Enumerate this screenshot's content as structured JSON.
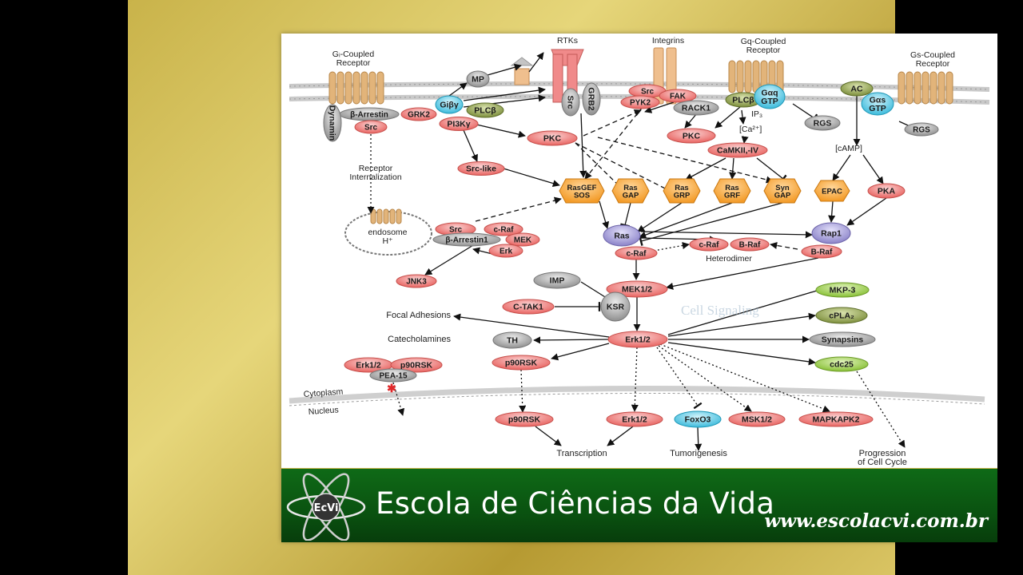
{
  "footer": {
    "title": "Escola de Ciências da Vida",
    "url": "www.escolacvi.com.br",
    "logo_text": "EcVi"
  },
  "watermark": "Cell Signaling",
  "colors": {
    "red": "#f08a8a",
    "gray": "#bdbdbd",
    "tan": "#d9b27a",
    "orange": "#f7a941",
    "green": "#a5cf58",
    "cyan": "#6ed0e8",
    "olive": "#97a756",
    "purple": "#a9a2d6",
    "footer_green": "#0a5210"
  },
  "diagram": {
    "membrane_labels": {
      "gi_receptor": "Gᵢ-Coupled\nReceptor",
      "rtks": "RTKs",
      "integrins": "Integrins",
      "gq_receptor": "Gq-Coupled\nReceptor",
      "gs_receptor": "Gs-Coupled\nReceptor",
      "receptor_internalization": "Receptor\nInternalization",
      "endosome": "endosome\nH⁺",
      "heterodimer": "Heterodimer",
      "ip3": "IP₃",
      "ca": "[Ca²⁺]",
      "camp": "[cAMP]",
      "cytoplasm": "Cytoplasm",
      "nucleus": "Nucleus"
    },
    "nodes": [
      {
        "id": "arrestin",
        "label": "β-Arrestin",
        "color": "gray"
      },
      {
        "id": "grk2",
        "label": "GRK2",
        "color": "red"
      },
      {
        "id": "src1",
        "label": "Src",
        "color": "red"
      },
      {
        "id": "dynamin",
        "label": "Dynamin",
        "color": "gray"
      },
      {
        "id": "gibg",
        "label": "Giβγ",
        "color": "cyan"
      },
      {
        "id": "mp",
        "label": "MP",
        "color": "gray"
      },
      {
        "id": "plcb1",
        "label": "PLCβ",
        "color": "olive"
      },
      {
        "id": "pi3k",
        "label": "PI3Kγ",
        "color": "red"
      },
      {
        "id": "srclike",
        "label": "Src-like",
        "color": "red"
      },
      {
        "id": "pkc1",
        "label": "PKC",
        "color": "red"
      },
      {
        "id": "src_rtk",
        "label": "Src",
        "color": "gray"
      },
      {
        "id": "grb2",
        "label": "GRB2",
        "color": "gray"
      },
      {
        "id": "src2",
        "label": "Src",
        "color": "red"
      },
      {
        "id": "pyk2",
        "label": "PYK2",
        "color": "red"
      },
      {
        "id": "fak",
        "label": "FAK",
        "color": "red"
      },
      {
        "id": "rack1",
        "label": "RACK1",
        "color": "gray"
      },
      {
        "id": "pkc2",
        "label": "PKC",
        "color": "red"
      },
      {
        "id": "plcb2",
        "label": "PLCβ",
        "color": "olive"
      },
      {
        "id": "gaq",
        "label": "Gαq\nGTP",
        "color": "cyan"
      },
      {
        "id": "rgs1",
        "label": "RGS",
        "color": "gray"
      },
      {
        "id": "camk",
        "label": "CaMKII,-IV",
        "color": "red"
      },
      {
        "id": "ac",
        "label": "AC",
        "color": "olive"
      },
      {
        "id": "gas",
        "label": "Gαs\nGTP",
        "color": "cyan"
      },
      {
        "id": "rgs2",
        "label": "RGS",
        "color": "gray"
      },
      {
        "id": "rasgef",
        "label": "RasGEF\nSOS",
        "color": "orange"
      },
      {
        "id": "rasgap",
        "label": "Ras\nGAP",
        "color": "orange"
      },
      {
        "id": "rasgrp",
        "label": "Ras\nGRP",
        "color": "orange"
      },
      {
        "id": "rasgrf",
        "label": "Ras\nGRF",
        "color": "orange"
      },
      {
        "id": "syngap",
        "label": "Syn\nGAP",
        "color": "orange"
      },
      {
        "id": "epac",
        "label": "EPAC",
        "color": "orange"
      },
      {
        "id": "pka",
        "label": "PKA",
        "color": "red"
      },
      {
        "id": "src3",
        "label": "Src",
        "color": "red"
      },
      {
        "id": "arrestin1",
        "label": "β-Arrestin1",
        "color": "gray"
      },
      {
        "id": "craf1",
        "label": "c-Raf",
        "color": "red"
      },
      {
        "id": "mek_e",
        "label": "MEK",
        "color": "red"
      },
      {
        "id": "erk_e",
        "label": "Erk",
        "color": "red"
      },
      {
        "id": "jnk3",
        "label": "JNK3",
        "color": "red"
      },
      {
        "id": "ras",
        "label": "Ras",
        "color": "purple"
      },
      {
        "id": "craf2",
        "label": "c-Raf",
        "color": "red"
      },
      {
        "id": "craf3",
        "label": "c-Raf",
        "color": "red"
      },
      {
        "id": "braf1",
        "label": "B-Raf",
        "color": "red"
      },
      {
        "id": "rap1",
        "label": "Rap1",
        "color": "purple"
      },
      {
        "id": "braf2",
        "label": "B-Raf",
        "color": "red"
      },
      {
        "id": "imp",
        "label": "IMP",
        "color": "gray"
      },
      {
        "id": "mek12",
        "label": "MEK1/2",
        "color": "red"
      },
      {
        "id": "ctak1",
        "label": "C-TAK1",
        "color": "red"
      },
      {
        "id": "ksr",
        "label": "KSR",
        "color": "gray"
      },
      {
        "id": "mkp3",
        "label": "MKP-3",
        "color": "green"
      },
      {
        "id": "cpla2",
        "label": "cPLA₂",
        "color": "olive"
      },
      {
        "id": "erk12",
        "label": "Erk1/2",
        "color": "red"
      },
      {
        "id": "th",
        "label": "TH",
        "color": "gray"
      },
      {
        "id": "synapsins",
        "label": "Synapsins",
        "color": "gray"
      },
      {
        "id": "cdc25",
        "label": "cdc25",
        "color": "green"
      },
      {
        "id": "erk12b",
        "label": "Erk1/2",
        "color": "red"
      },
      {
        "id": "p90rsk_a",
        "label": "p90RSK",
        "color": "red"
      },
      {
        "id": "pea15",
        "label": "PEA-15",
        "color": "gray"
      },
      {
        "id": "p90rsk1",
        "label": "p90RSK",
        "color": "red"
      },
      {
        "id": "p90rsk2",
        "label": "p90RSK",
        "color": "red"
      },
      {
        "id": "erk12n",
        "label": "Erk1/2",
        "color": "red"
      },
      {
        "id": "foxo3",
        "label": "FoxO3",
        "color": "cyan"
      },
      {
        "id": "msk12",
        "label": "MSK1/2",
        "color": "red"
      },
      {
        "id": "mapkapk2",
        "label": "MAPKAPK2",
        "color": "red"
      }
    ],
    "outputs": {
      "focal": "Focal Adhesions",
      "catechol": "Catecholamines",
      "transcription": "Transcription",
      "tumorigenesis": "Tumorigenesis",
      "progression": "Progression\nof Cell Cycle"
    }
  }
}
